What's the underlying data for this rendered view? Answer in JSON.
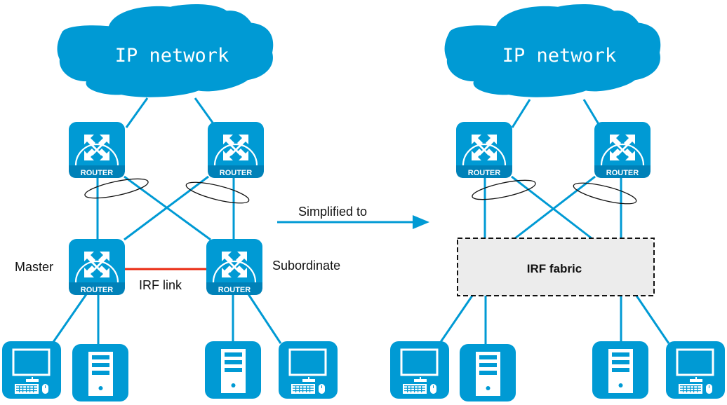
{
  "colors": {
    "primary": "#009ad4",
    "router_band": "#0081b8",
    "irf_link": "#ea2a12",
    "fabric_fill": "#ececec",
    "outline": "#111111",
    "text": "#111111"
  },
  "left_topology": {
    "cloud_label": "IP network",
    "top_routers": [
      {
        "label": "ROUTER"
      },
      {
        "label": "ROUTER"
      }
    ],
    "member_routers": [
      {
        "label": "ROUTER",
        "role": "Master"
      },
      {
        "label": "ROUTER",
        "role": "Subordinate"
      }
    ],
    "irf_link_label": "IRF link",
    "endpoints": [
      "pc",
      "server",
      "server",
      "pc"
    ]
  },
  "transition": {
    "label": "Simplified to"
  },
  "right_topology": {
    "cloud_label": "IP network",
    "top_routers": [
      {
        "label": "ROUTER"
      },
      {
        "label": "ROUTER"
      }
    ],
    "fabric_label": "IRF fabric",
    "endpoints": [
      "pc",
      "server",
      "server",
      "pc"
    ]
  }
}
